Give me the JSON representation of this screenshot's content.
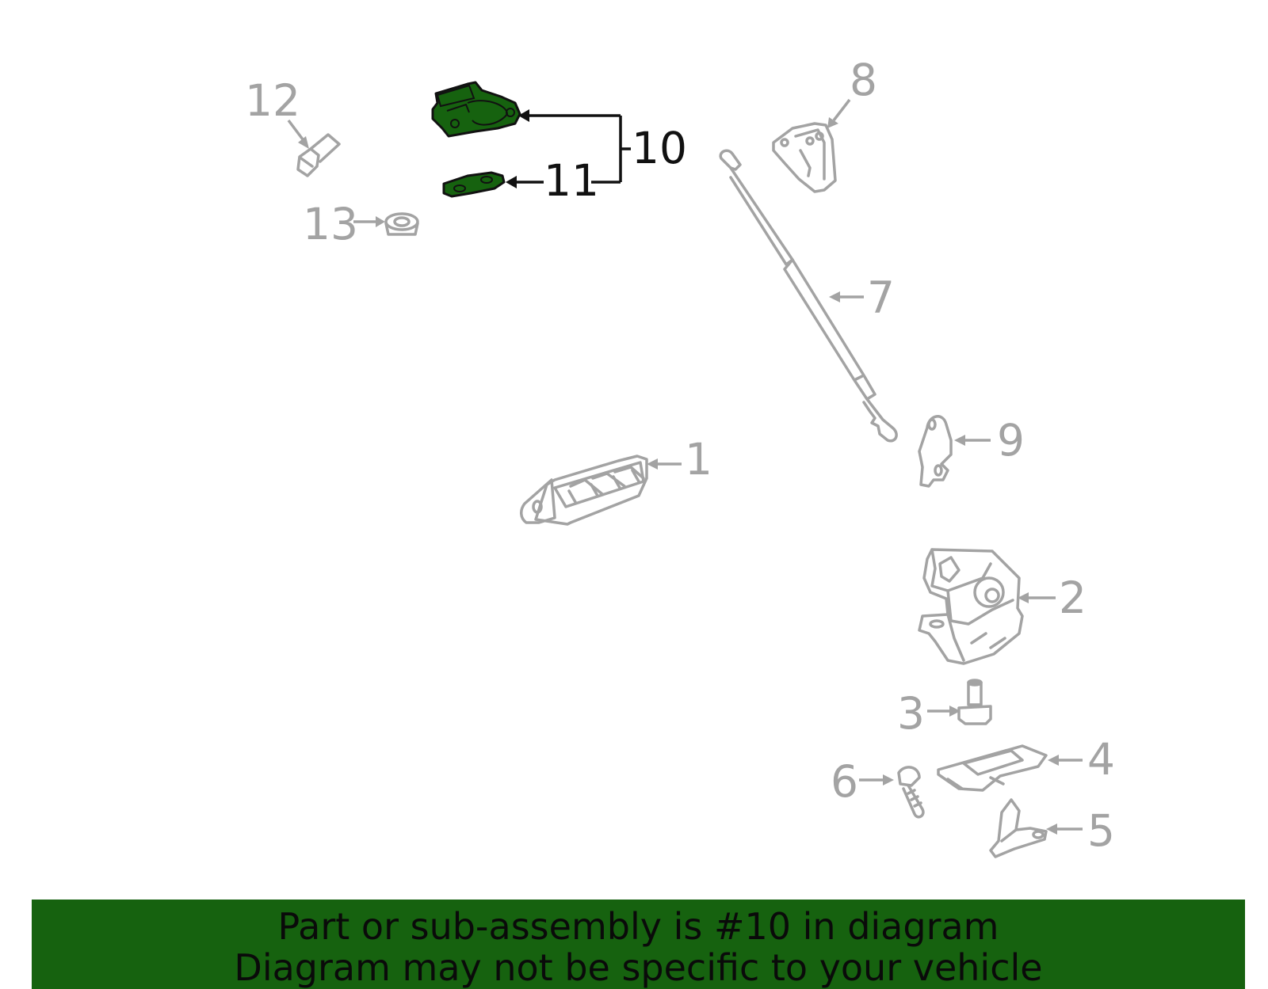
{
  "banner": {
    "line1": "Part or sub-assembly is #10 in diagram",
    "line2": "Diagram may not be specific to your vehicle"
  },
  "callouts": {
    "p1": "1",
    "p2": "2",
    "p3": "3",
    "p4": "4",
    "p5": "5",
    "p6": "6",
    "p7": "7",
    "p8": "8",
    "p9": "9",
    "p10": "10",
    "p11": "11",
    "p12": "12",
    "p13": "13"
  },
  "highlight": {
    "part_number": "10",
    "color": "#16620f"
  },
  "colors": {
    "inactive": "#a3a3a3",
    "active": "#111111",
    "background": "#ffffff"
  }
}
